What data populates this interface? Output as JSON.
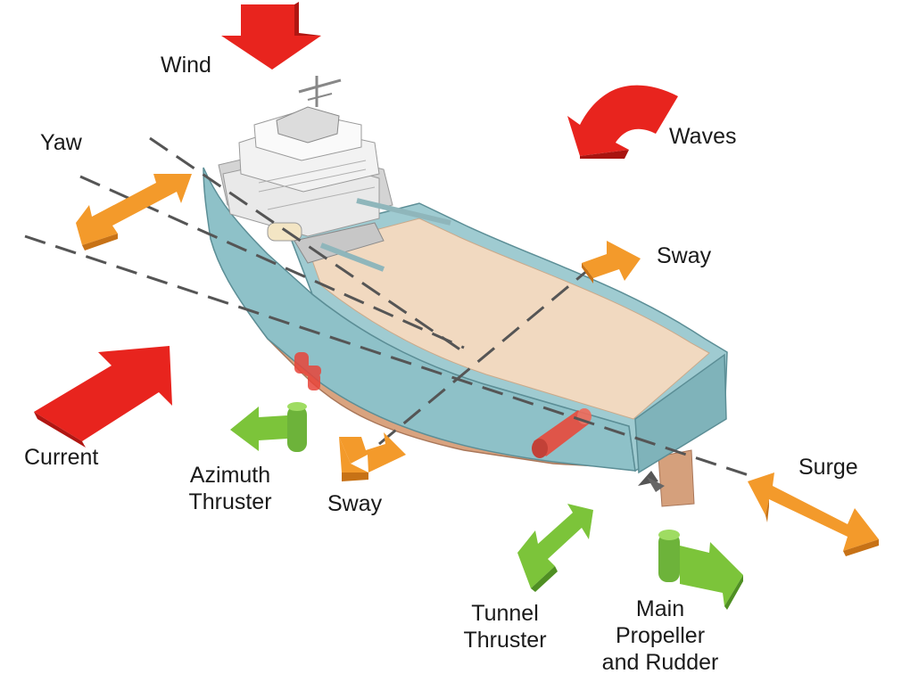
{
  "labels": {
    "wind": "Wind",
    "waves": "Waves",
    "yaw": "Yaw",
    "sway_top": "Sway",
    "sway_bottom": "Sway",
    "current": "Current",
    "surge": "Surge",
    "azimuth_thruster_line1": "Azimuth",
    "azimuth_thruster_line2": "Thruster",
    "tunnel_thruster_line1": "Tunnel",
    "tunnel_thruster_line2": "Thruster",
    "main_propeller_line1": "Main",
    "main_propeller_line2": "Propeller",
    "main_propeller_line3": "and Rudder"
  },
  "colors": {
    "environment_force": "#e8241e",
    "motion": "#f39a2b",
    "thruster": "#7cc43a",
    "hull_blue": "#8fc3c9",
    "hull_lower": "#d7a07d",
    "deck": "#f1d8bf",
    "superstructure": "#e6e6e6"
  }
}
